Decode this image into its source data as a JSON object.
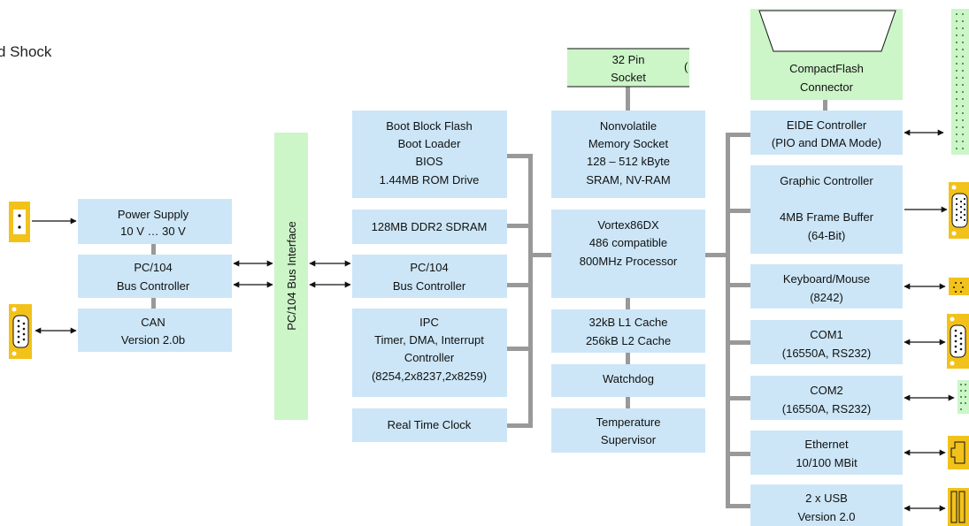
{
  "colors": {
    "box_fill": "#cce6f7",
    "connector_fill": "#ccf5c8",
    "bus_line": "#999999",
    "port_fill": "#f2c21b",
    "arrow": "#111111"
  },
  "corner_text": "d Shock",
  "left": {
    "power_supply": [
      "Power Supply",
      "10 V … 30 V"
    ],
    "bus_controller": [
      "PC/104",
      "Bus Controller"
    ],
    "can": [
      "CAN",
      "Version 2.0b"
    ]
  },
  "bus_interface": "PC/104 Bus Interface",
  "middle": {
    "boot_flash": [
      "Boot Block Flash",
      "Boot Loader",
      "BIOS",
      "1.44MB ROM Drive"
    ],
    "ddr2": [
      "128MB DDR2 SDRAM"
    ],
    "bus_controller": [
      "PC/104",
      "Bus Controller"
    ],
    "ipc": [
      "IPC",
      "Timer, DMA, Interrupt",
      "Controller",
      "(8254,2x8237,2x8259)"
    ],
    "rtc": [
      "Real Time Clock"
    ]
  },
  "center": {
    "socket": [
      "32 Pin",
      "Socket"
    ],
    "socket_glyph": "(",
    "nvram": [
      "Nonvolatile",
      "Memory Socket",
      "128 – 512 kByte",
      "SRAM, NV-RAM"
    ],
    "cpu": [
      "Vortex86DX",
      "486 compatible",
      "800MHz Processor"
    ],
    "cache": [
      "32kB L1 Cache",
      "256kB L2 Cache"
    ],
    "watchdog": [
      "Watchdog"
    ],
    "temperature": [
      "Temperature",
      "Supervisor"
    ]
  },
  "right": {
    "compactflash": [
      "CompactFlash",
      "Connector"
    ],
    "eide": [
      "EIDE Controller",
      "(PIO and DMA Mode)"
    ],
    "graphic": [
      "Graphic Controller",
      "",
      "4MB Frame Buffer",
      "(64-Bit)"
    ],
    "keyboard": [
      "Keyboard/Mouse",
      "(8242)"
    ],
    "com1": [
      "COM1",
      "(16550A, RS232)"
    ],
    "com2": [
      "COM2",
      "(16550A, RS232)"
    ],
    "ethernet": [
      "Ethernet",
      "10/100 MBit"
    ],
    "usb": [
      "2 x USB",
      "Version 2.0"
    ]
  },
  "ports": {
    "power": "power-connector-icon",
    "can": "db9-connector-icon",
    "vga": "vga-connector-icon",
    "ps2": "ps2-connector-icon",
    "com1": "db9-connector-icon",
    "com2": "pin-header-icon",
    "ethernet": "rj45-connector-icon",
    "usb": "usb-connector-icon",
    "ide": "ide-header-icon"
  }
}
